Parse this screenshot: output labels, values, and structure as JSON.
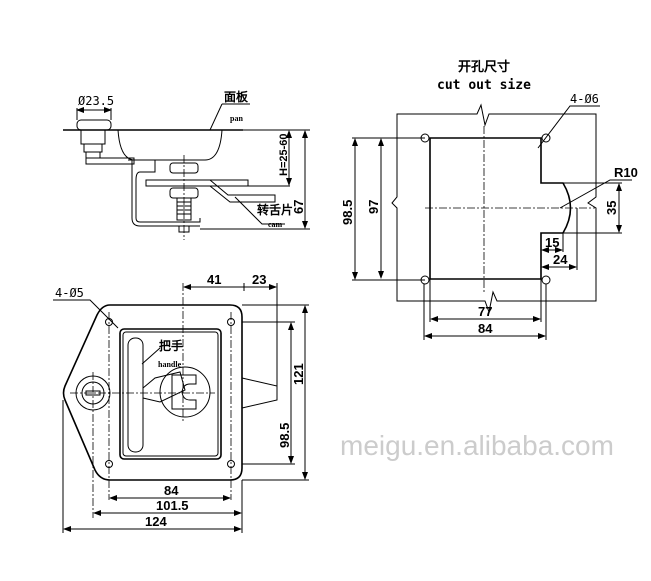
{
  "side_view": {
    "diameter_label": "Ø23.5",
    "panel_cn": "面板",
    "panel_en": "pan",
    "height_range": "H=25-60",
    "overall_height": "67",
    "cam_cn": "转舌片",
    "cam_en": "cam"
  },
  "cutout": {
    "title_cn": "开孔尺寸",
    "title_en": "cut out size",
    "holes": "4-Ø6",
    "radius": "R10",
    "dim_98_5": "98.5",
    "dim_97": "97",
    "dim_35": "35",
    "dim_15": "15",
    "dim_24": "24",
    "dim_77": "77",
    "dim_84": "84"
  },
  "front_view": {
    "holes": "4-Ø5",
    "dim_41": "41",
    "dim_23": "23",
    "handle_cn": "把手",
    "handle_en": "handle",
    "dim_98_5": "98.5",
    "dim_121": "121",
    "dim_84": "84",
    "dim_101_5": "101.5",
    "dim_124": "124"
  },
  "watermark": "meigu.en.alibaba.com"
}
